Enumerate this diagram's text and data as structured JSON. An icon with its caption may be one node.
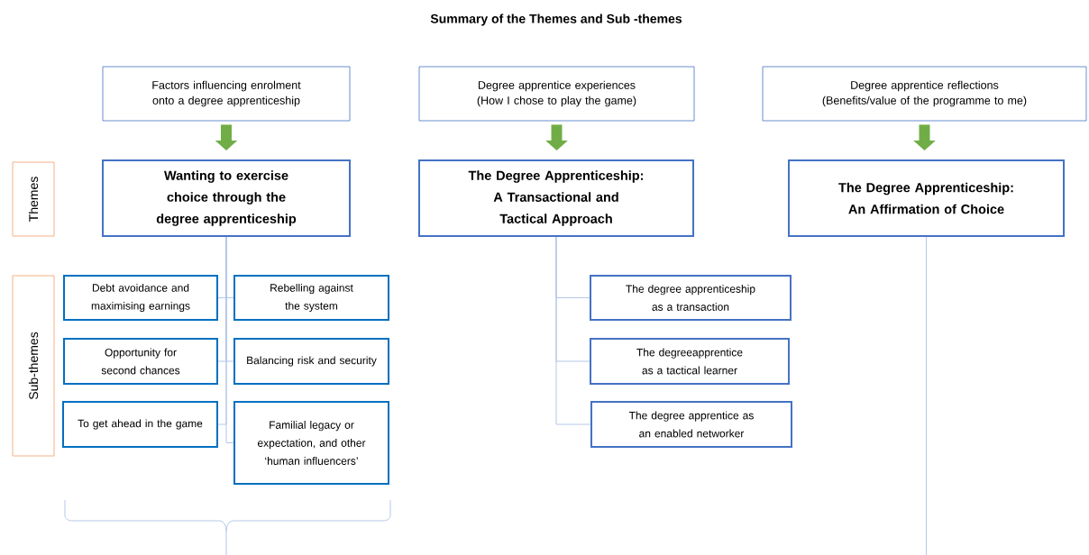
{
  "diagram": {
    "title": "Summary of the Themes and Sub -themes",
    "nodes": [
      {
        "text": [
          "Factors influencing enrolment onto a degree apprenticeship"
        ]
      },
      {
        "text": [
          "Degree apprentice experiences (How I chose to play the game)"
        ]
      },
      {
        "text": [
          "Degree apprentice reflections (Benefits/value of the programme to me)"
        ]
      },
      {
        "text": [
          "Themes"
        ]
      },
      {
        "text": [
          "Wanting to exercise choice through the degree apprenticeship"
        ]
      },
      {
        "text": [
          "The Degree Apprenticeship: A Transactional and Tactical Approach"
        ]
      },
      {
        "text": [
          "The Degree Apprenticeship: An Affirmation of Choice"
        ]
      },
      {
        "text": [
          "Sub-themes"
        ]
      },
      {
        "text": [
          "Debt avoidance and maximising earnings"
        ]
      },
      {
        "text": [
          "Rebelling against the system"
        ]
      },
      {
        "text": [
          "Opportunity for second chances"
        ]
      },
      {
        "text": [
          "Balancing risk and security"
        ]
      },
      {
        "text": [
          "To get ahead in the game"
        ]
      },
      {
        "text": [
          "Familial legacy or expectation, and other ‘human influencers’"
        ]
      },
      {
        "text": [
          "The degree apprenticeship as a transaction"
        ]
      },
      {
        "text": [
          "The degreeapprentice as a tactical learner"
        ]
      },
      {
        "text": [
          "The degree apprentice as an enabled networker"
        ]
      }
    ],
    "edges": [
      {
        "from": 0,
        "to": 4,
        "arrow": "to",
        "style": "thick",
        "color": "#70ad47"
      },
      {
        "from": 1,
        "to": 5,
        "arrow": "to",
        "style": "thick",
        "color": "#70ad47"
      },
      {
        "from": 2,
        "to": 6,
        "arrow": "to",
        "style": "thick",
        "color": "#70ad47"
      },
      {
        "from": 4,
        "to": 8,
        "arrow": "none"
      },
      {
        "from": 4,
        "to": 9,
        "arrow": "none"
      },
      {
        "from": 4,
        "to": 10,
        "arrow": "none"
      },
      {
        "from": 4,
        "to": 11,
        "arrow": "none"
      },
      {
        "from": 4,
        "to": 12,
        "arrow": "none"
      },
      {
        "from": 4,
        "to": 13,
        "arrow": "none"
      },
      {
        "from": 5,
        "to": 14,
        "arrow": "none"
      },
      {
        "from": 5,
        "to": 15,
        "arrow": "none"
      },
      {
        "from": 5,
        "to": 16,
        "arrow": "none"
      },
      {
        "from": 6,
        "to": null,
        "arrow": "none"
      }
    ]
  }
}
